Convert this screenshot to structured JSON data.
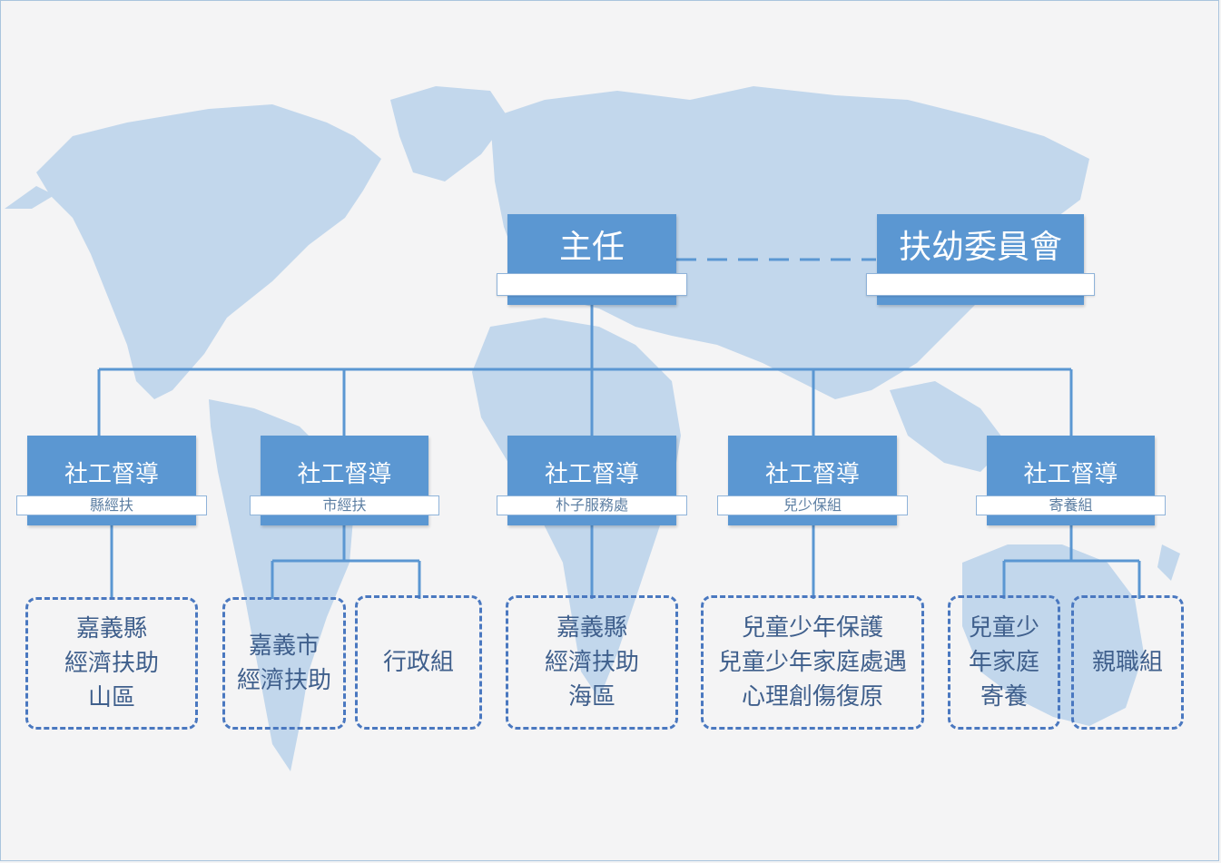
{
  "director": {
    "title": "主任"
  },
  "committee": {
    "title": "扶幼委員會"
  },
  "supervisors": [
    {
      "title": "社工督導",
      "unit": "縣經扶"
    },
    {
      "title": "社工督導",
      "unit": "市經扶"
    },
    {
      "title": "社工督導",
      "unit": "朴子服務處"
    },
    {
      "title": "社工督導",
      "unit": "兒少保組"
    },
    {
      "title": "社工督導",
      "unit": "寄養組"
    }
  ],
  "units": [
    {
      "lines": [
        "嘉義縣",
        "經濟扶助",
        "山區"
      ]
    },
    {
      "lines": [
        "嘉義市",
        "經濟扶助"
      ]
    },
    {
      "lines": [
        "行政組"
      ]
    },
    {
      "lines": [
        "嘉義縣",
        "經濟扶助",
        "海區"
      ]
    },
    {
      "lines": [
        "兒童少年保護",
        "兒童少年家庭處遇",
        "心理創傷復原"
      ]
    },
    {
      "lines": [
        "兒童少",
        "年家庭",
        "寄養"
      ]
    },
    {
      "lines": [
        "親職組"
      ]
    }
  ],
  "colors": {
    "box": "#5b97d2",
    "line": "#5b97d2",
    "dashed_border": "#4a78c0",
    "map": "#c3d8ec"
  }
}
